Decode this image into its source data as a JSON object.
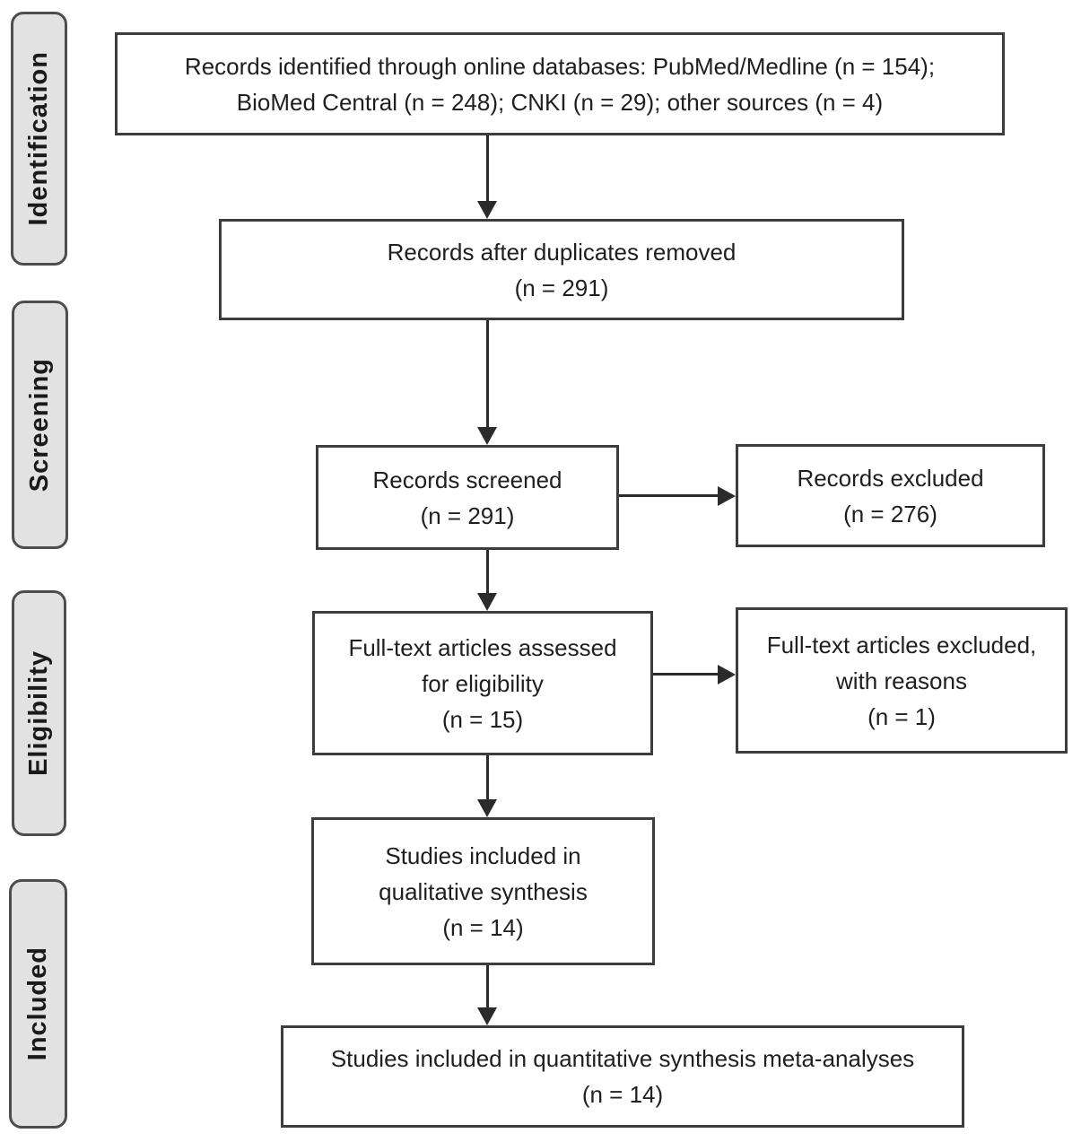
{
  "sidebar": {
    "stages": [
      "Identification",
      "Screening",
      "Eligibility",
      "Included"
    ]
  },
  "boxes": {
    "identified": {
      "lines": [
        "Records identified through online databases: PubMed/Medline (n = 154);",
        "BioMed Central (n = 248); CNKI (n = 29); other sources (n = 4)"
      ]
    },
    "duplicates_removed": {
      "lines": [
        "Records after duplicates removed",
        "(n = 291)"
      ]
    },
    "screened": {
      "lines": [
        "Records screened",
        "(n = 291)"
      ]
    },
    "excluded": {
      "lines": [
        "Records excluded",
        "(n = 276)"
      ]
    },
    "fulltext_assessed": {
      "lines": [
        "Full-text articles assessed",
        "for eligibility",
        "(n = 15)"
      ]
    },
    "fulltext_excluded": {
      "lines": [
        "Full-text articles excluded,",
        "with reasons",
        "(n = 1)"
      ]
    },
    "qualitative": {
      "lines": [
        "Studies included in",
        "qualitative synthesis",
        "(n = 14)"
      ]
    },
    "quantitative": {
      "lines": [
        "Studies included in quantitative synthesis meta-analyses",
        "(n = 14)"
      ]
    }
  },
  "counts": {
    "pubmed_medline": 154,
    "biomed_central": 248,
    "cnki": 29,
    "other_sources": 4,
    "after_duplicates": 291,
    "screened": 291,
    "excluded": 276,
    "fulltext_assessed": 15,
    "fulltext_excluded": 1,
    "qualitative_synthesis": 14,
    "quantitative_synthesis": 14
  },
  "colors": {
    "box_border": "#3d3d3d",
    "tab_fill": "#e2e2e2",
    "tab_border": "#4d4d4d",
    "arrow": "#2b2b2b",
    "text": "#1f1f1f"
  }
}
